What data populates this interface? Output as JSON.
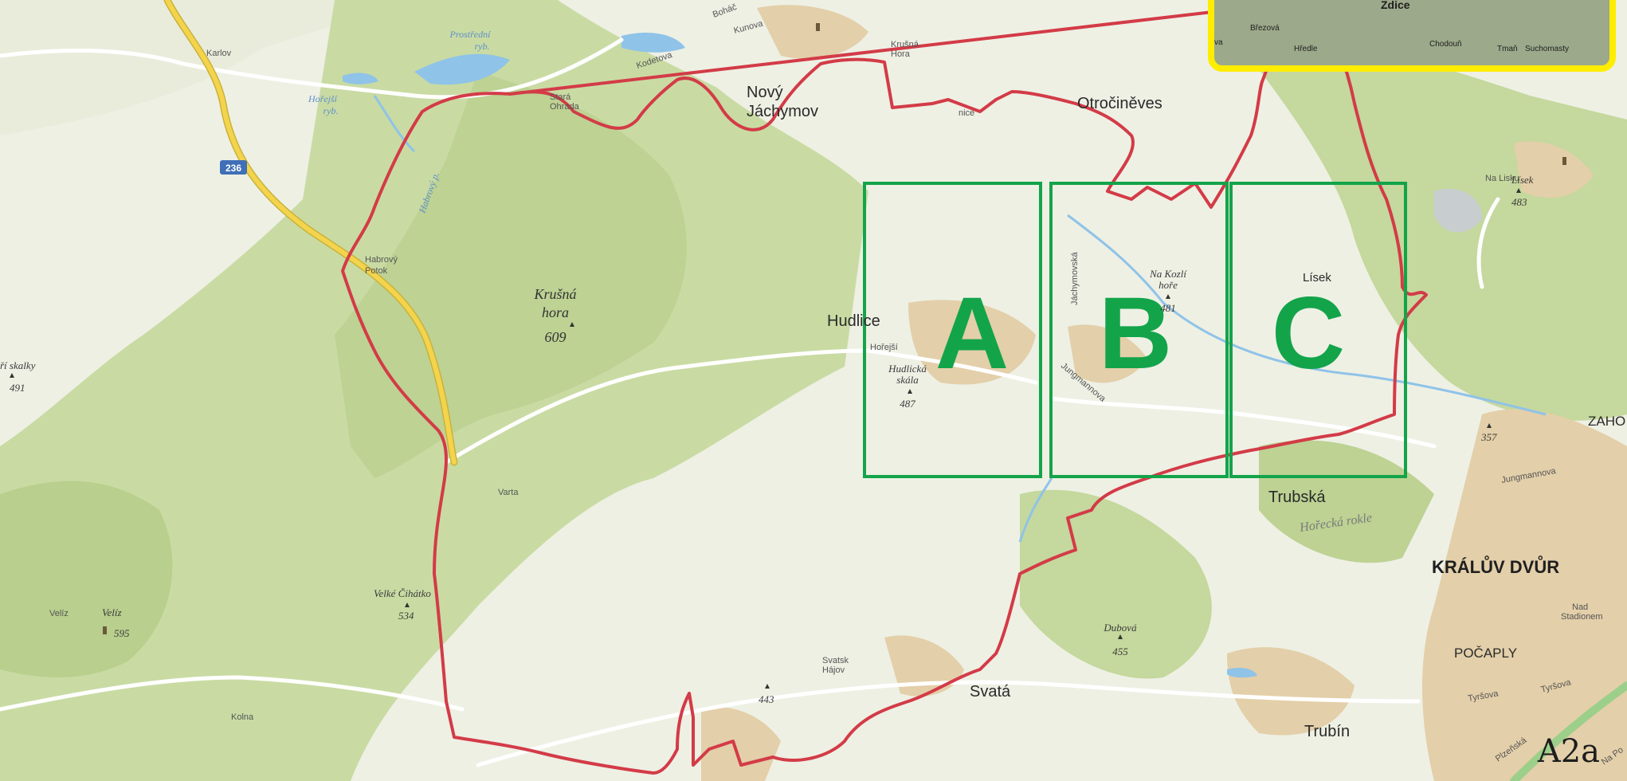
{
  "map": {
    "sheet_code": "A2a",
    "colors": {
      "route": "#d33b47",
      "sector_frame": "#13a44a",
      "inset_frame": "#ffed00",
      "forest": "#c9dba3",
      "open_land": "#eef0e4",
      "built_up": "#e3cfa9",
      "water": "#8fc3e8",
      "main_road": "#f4d44d"
    },
    "sectors": [
      "A",
      "B",
      "C"
    ],
    "towns": {
      "novy_jachymov_1": "Nový",
      "novy_jachymov_2": "Jáchymov",
      "otrocineves": "Otročiněves",
      "hudlice": "Hudlice",
      "trubska": "Trubská",
      "svata": "Svatá",
      "trubin": "Trubín",
      "kraluv_dvur": "KRÁLŮV DVŮR",
      "pocaply": "POČAPLY",
      "zaho": "ZAHO",
      "lisek": "Lísek"
    },
    "villages": {
      "karlov": "Karlov",
      "stara_ohrada_1": "Stará",
      "stara_ohrada_2": "Ohrada",
      "krusna_hora_vil_1": "Krušná",
      "krusna_hora_vil_2": "Hora",
      "habrovy_potok_1": "Habrový",
      "habrovy_potok_2": "Potok",
      "varta": "Varta",
      "veliz_vil": "Velíz",
      "kolna": "Kolna",
      "svatsky_1": "Svatsk",
      "svatsky_2": "Hájov",
      "kodetova": "Kodetova",
      "kunova": "Kunova",
      "bohac": "Boháč",
      "nice": "nice",
      "nad_stadionem_1": "Nad",
      "nad_stadionem_2": "Stadionem",
      "na_lisku": "Na Lisku"
    },
    "peaks": {
      "krusna_1": "Krušná",
      "krusna_2": "hora",
      "krusna_elev": "609",
      "skalky": "ří skalky",
      "skalky_elev": "491",
      "veliz": "Velíz",
      "veliz_elev": "595",
      "cihatko": "Velké Čihátko",
      "cihatko_elev": "534",
      "p443": "443",
      "hudlicka_1": "Hudlická",
      "hudlicka_2": "skála",
      "hudlicka_elev": "487",
      "kozli_1": "Na Kozlí",
      "kozli_2": "hoře",
      "kozli_elev": "481",
      "dubova": "Dubová",
      "dubova_elev": "455",
      "lisek_peak": "Lísek",
      "lisek_elev": "483",
      "p357": "357"
    },
    "water": {
      "prostredni_1": "Prostřední",
      "prostredni_2": "ryb.",
      "horejsi_1": "Hořejší",
      "horejsi_2": "ryb.",
      "habrovy_p": "Habrový p.",
      "horecka_rokle": "Hořecká rokle"
    },
    "streets": {
      "horejsi": "Hořejší",
      "jachymovska": "Jáchymovská",
      "jungmannova": "Jungmannova",
      "jungmannova_2": "Jungmannova",
      "tyrsova": "Tyršova",
      "tyrsova_2": "Tyršova",
      "plzenska": "Plzeňská",
      "na_po": "Na Po"
    },
    "road_number": "236",
    "inset": {
      "zdice": "Zdice",
      "brezova": "Březová",
      "hredle": "Hředle",
      "chodoun": "Chodouň",
      "tman": "Tmaň",
      "suchomasty": "Suchomasty",
      "va": "va"
    }
  }
}
